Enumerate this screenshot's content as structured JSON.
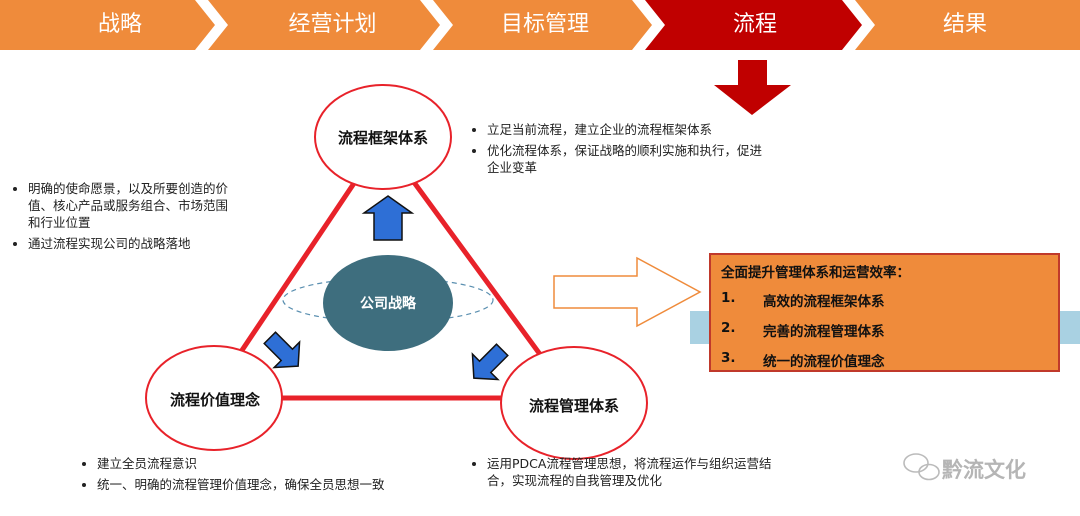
{
  "process_steps": [
    {
      "label": "战略",
      "color": "#ef8b3b"
    },
    {
      "label": "经营计划",
      "color": "#ef8b3b"
    },
    {
      "label": "目标管理",
      "color": "#ef8b3b"
    },
    {
      "label": "流程",
      "color": "#c00000"
    },
    {
      "label": "结果",
      "color": "#ef8b3b"
    }
  ],
  "diagram": {
    "center": "公司战略",
    "top_node": "流程框架体系",
    "left_node": "流程价值理念",
    "right_node": "流程管理体系"
  },
  "notes": {
    "top": [
      "立足当前流程，建立企业的流程框架体系",
      "优化流程体系，保证战略的顺利实施和执行，促进企业变革"
    ],
    "left": [
      "明确的使命愿景，以及所要创造的价值、核心产品或服务组合、市场范围和行业位置",
      "通过流程实现公司的战略落地"
    ],
    "bottom_left": [
      "建立全员流程意识",
      "统一、明确的流程管理价值理念，确保全员思想一致"
    ],
    "bottom_right": [
      "运用PDCA流程管理思想，将流程运作与组织运营结合，实现流程的自我管理及优化"
    ]
  },
  "result_box": {
    "title": "全面提升管理体系和运营效率：",
    "items": [
      {
        "num": "1.",
        "text": "高效的流程框架体系"
      },
      {
        "num": "2.",
        "text": "完善的流程管理体系"
      },
      {
        "num": "3.",
        "text": "统一的流程价值理念"
      }
    ]
  },
  "watermark": "黔流文化",
  "colors": {
    "orange": "#ef8b3b",
    "red": "#c00000",
    "triangle": "#e8222a",
    "blue_arrow": "#2e6fd6",
    "center": "#3e6e7e"
  }
}
